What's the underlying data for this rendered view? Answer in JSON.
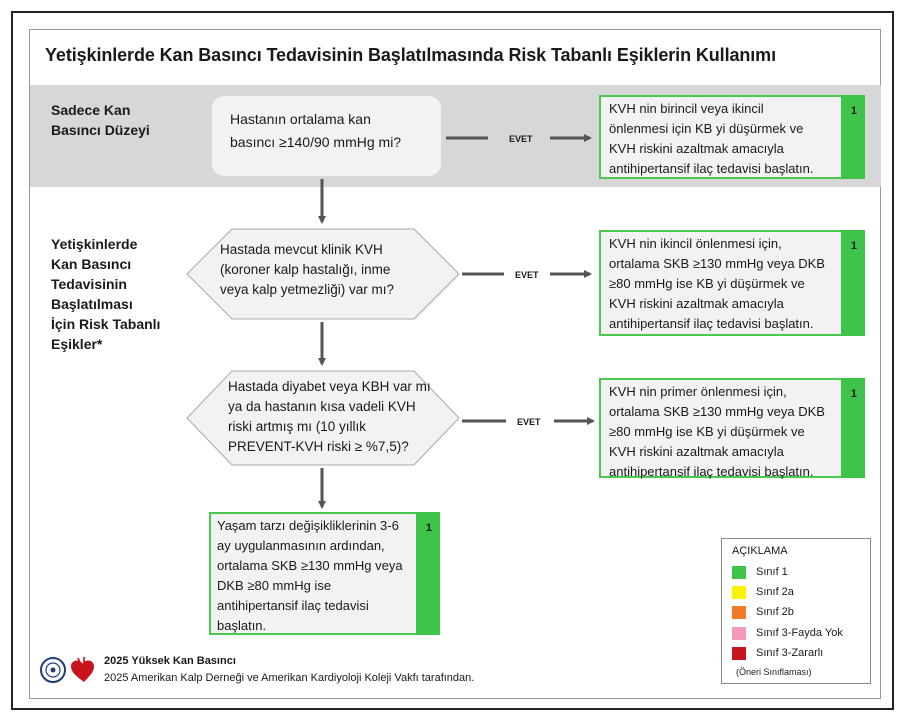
{
  "title": "Yetişkinlerde Kan Basıncı Tedavisinin Başlatılmasında Risk Tabanlı Eşiklerin Kullanımı",
  "sections": {
    "bp_only": [
      "Sadece Kan",
      "Basıncı Düzeyi"
    ],
    "risk_based": [
      "Yetişkinlerde",
      "Kan Basıncı",
      "Tedavisinin",
      "Başlatılması",
      "İçin Risk Tabanlı",
      "Eşikler*"
    ]
  },
  "decisions": {
    "q1": [
      "Hastanın ortalama kan",
      "basıncı ≥140/90 mmHg mi?"
    ],
    "q2": [
      "Hastada mevcut klinik KVH",
      "(koroner kalp hastalığı, inme",
      "veya kalp yetmezliği) var mı?"
    ],
    "q3": [
      "Hastada diyabet veya KBH var mı",
      "ya da hastanın kısa vadeli KVH",
      "riski artmış mı (10 yıllık",
      "PREVENT-KVH riski ≥ %7,5)?"
    ]
  },
  "yes_label": "EVET",
  "recommendations": {
    "r1": {
      "class": "1",
      "lines": [
        "KVH nin birincil veya ikincil",
        "önlenmesi için KB yi düşürmek ve",
        "KVH riskini azaltmak amacıyla",
        "antihipertansif ilaç tedavisi başlatın."
      ]
    },
    "r2": {
      "class": "1",
      "lines": [
        "KVH nin ikincil önlenmesi için,",
        "ortalama SKB ≥130 mmHg veya DKB",
        "≥80 mmHg ise KB yi düşürmek ve",
        "KVH riskini azaltmak amacıyla",
        "antihipertansif ilaç tedavisi başlatın."
      ]
    },
    "r3": {
      "class": "1",
      "lines": [
        "KVH nin primer önlenmesi için,",
        "ortalama SKB ≥130 mmHg veya DKB",
        "≥80 mmHg ise KB yi düşürmek ve",
        "KVH riskini azaltmak amacıyla",
        "antihipertansif ilaç tedavisi başlatın."
      ]
    },
    "r4": {
      "class": "1",
      "lines": [
        "Yaşam tarzı değişikliklerinin 3-6",
        "ay uygulanmasının ardından,",
        "ortalama SKB ≥130 mmHg veya",
        "DKB ≥80 mmHg ise",
        "antihipertansif ilaç tedavisi",
        "başlatın."
      ]
    }
  },
  "legend": {
    "title": "AÇIKLAMA",
    "items": [
      {
        "label": "Sınıf 1",
        "color": "#3fc44a"
      },
      {
        "label": "Sınıf 2a",
        "color": "#fff200"
      },
      {
        "label": "Sınıf 2b",
        "color": "#f07c2a"
      },
      {
        "label": "Sınıf 3-Fayda Yok",
        "color": "#f29bbd"
      },
      {
        "label": "Sınıf 3-Zararlı",
        "color": "#c8141e"
      }
    ],
    "footnote": "(Öneri Sınıflaması)"
  },
  "footer": {
    "line1": "2025 Yüksek Kan Basıncı",
    "line2": "2025 Amerikan Kalp Derneği ve Amerikan Kardiyoloji Koleji Vakfı tarafından."
  },
  "colors": {
    "band": "#d7d7d7",
    "box_fill": "#f2f2f2",
    "class1_green": "#3fc44a",
    "arrow": "#555555"
  }
}
